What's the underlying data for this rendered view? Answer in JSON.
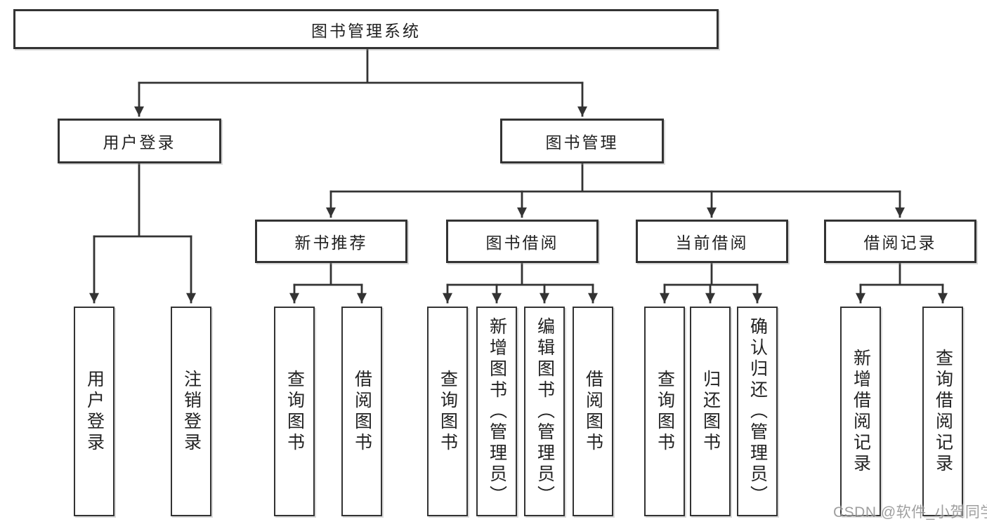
{
  "tree": {
    "root": {
      "label": "图书管理系统",
      "children": [
        {
          "label": "用户登录",
          "children": [
            {
              "label": "用户登录"
            },
            {
              "label": "注销登录"
            }
          ]
        },
        {
          "label": "图书管理",
          "children": [
            {
              "label": "新书推荐",
              "children": [
                {
                  "label": "查询图书"
                },
                {
                  "label": "借阅图书"
                }
              ]
            },
            {
              "label": "图书借阅",
              "children": [
                {
                  "label": "查询图书"
                },
                {
                  "label": "新增图书（管理员）"
                },
                {
                  "label": "编辑图书（管理员）"
                },
                {
                  "label": "借阅图书"
                }
              ]
            },
            {
              "label": "当前借阅",
              "children": [
                {
                  "label": "查询图书"
                },
                {
                  "label": "归还图书"
                },
                {
                  "label": "确认归还（管理员）"
                }
              ]
            },
            {
              "label": "借阅记录",
              "children": [
                {
                  "label": "新增借阅记录"
                },
                {
                  "label": "查询借阅记录"
                }
              ]
            }
          ]
        }
      ]
    }
  },
  "watermark": {
    "text": "CSDN @软件_小贺同学"
  },
  "colors": {
    "line": "#333333",
    "box_border": "#333333",
    "text": "#222222",
    "background": "#ffffff",
    "watermark": "#8f8f8f"
  }
}
